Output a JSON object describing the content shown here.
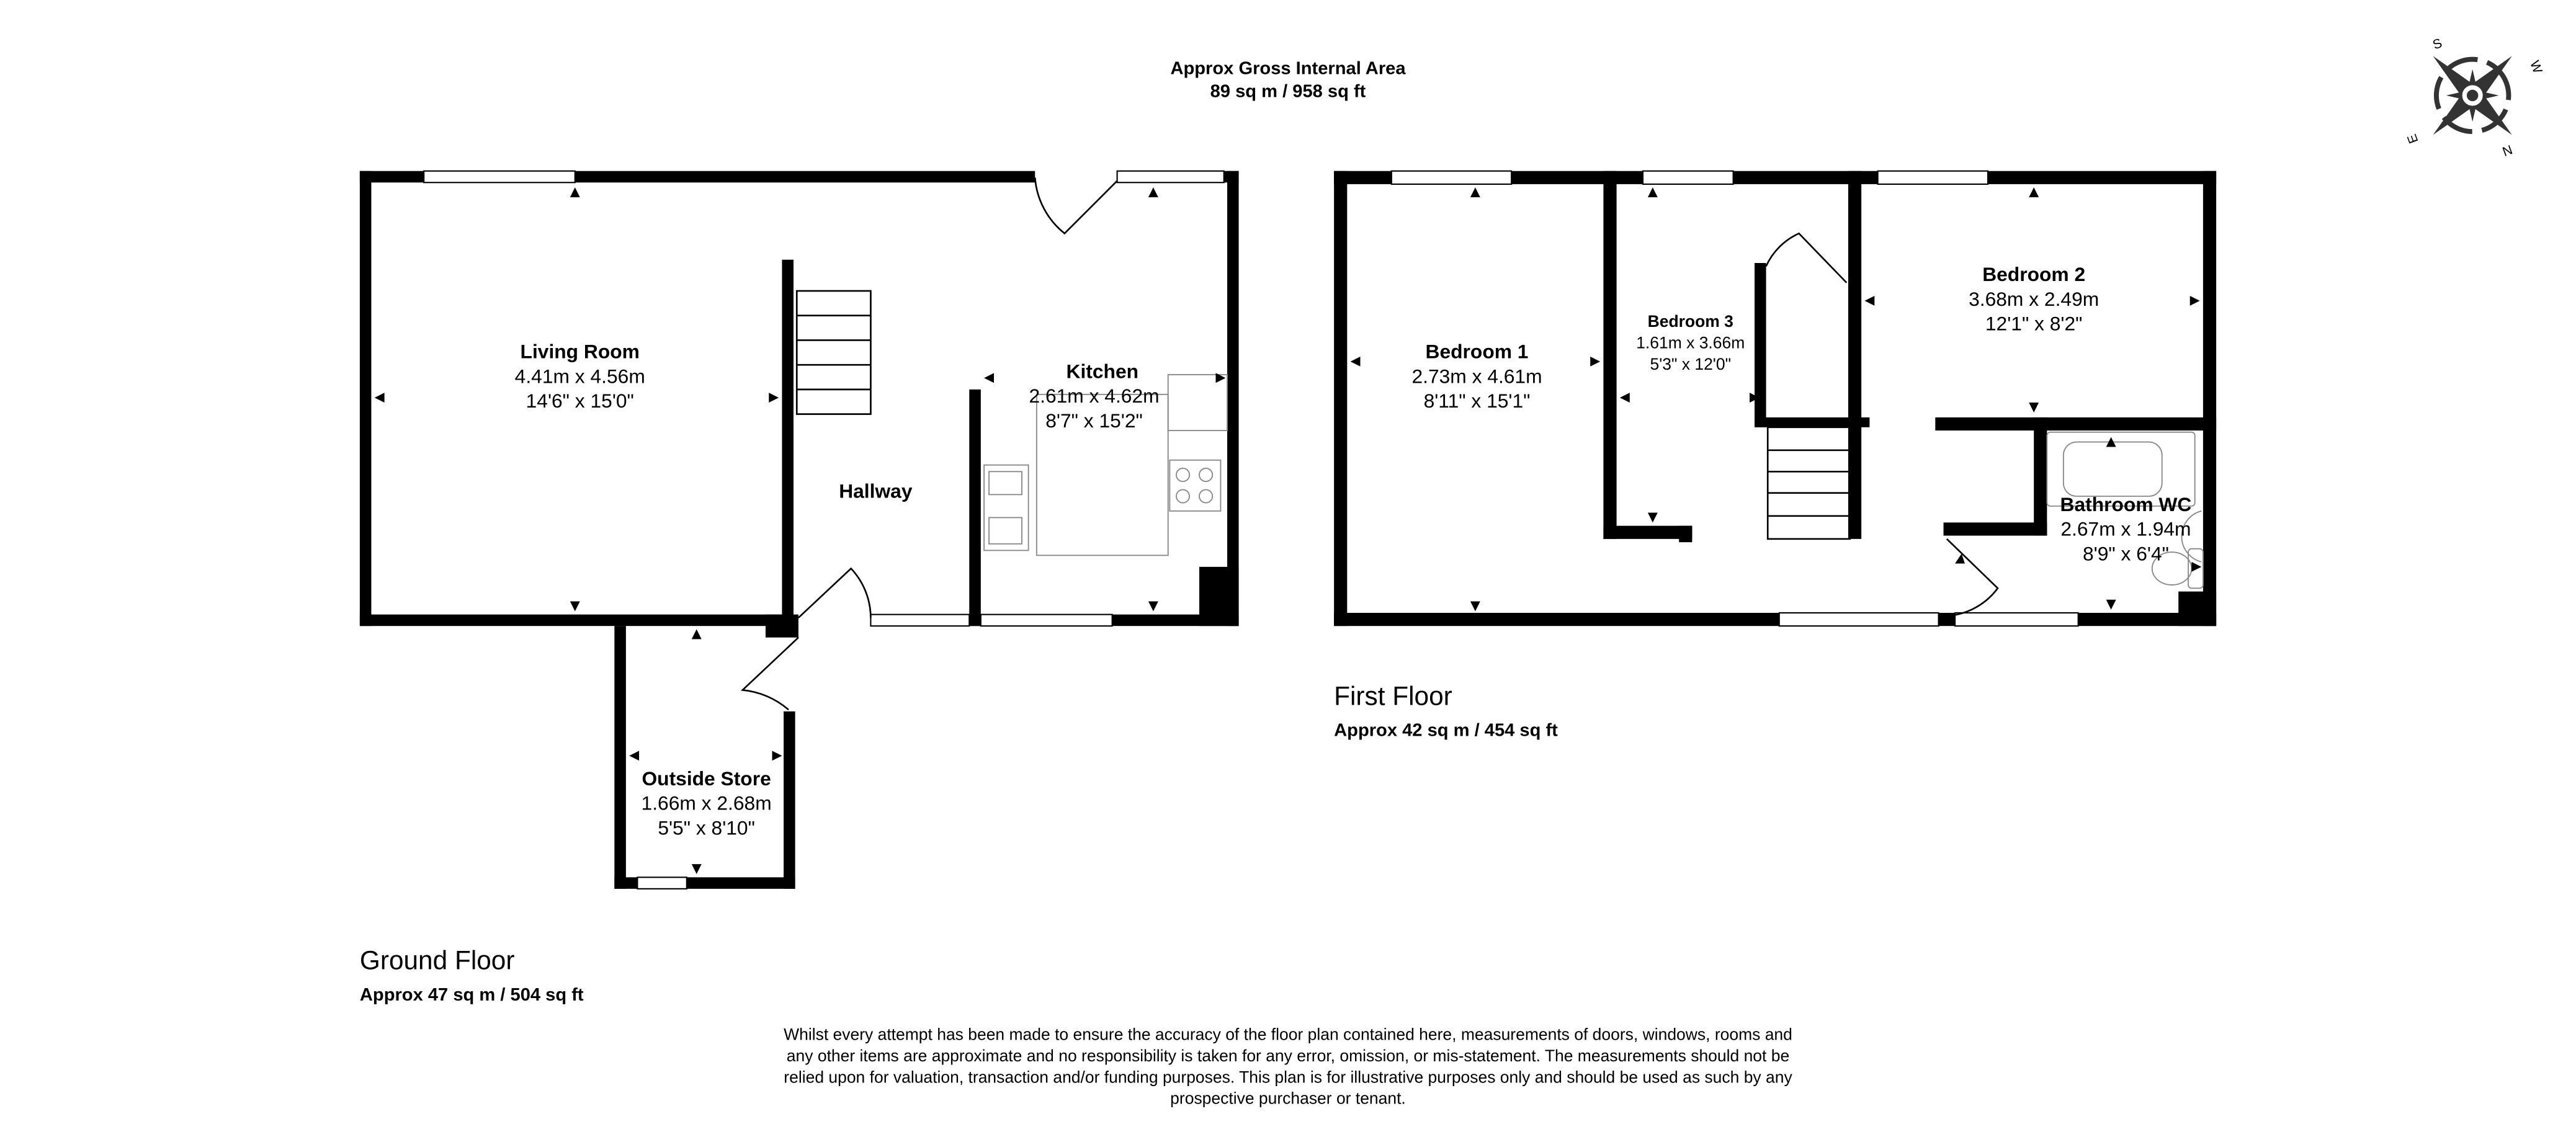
{
  "header": {
    "title": "Approx Gross Internal Area",
    "area": "89 sq m / 958 sq ft"
  },
  "compass": {
    "icon": "compass-rose-icon",
    "labels": [
      "S",
      "W",
      "E",
      "N"
    ]
  },
  "ground_floor": {
    "title": "Ground Floor",
    "area": "Approx 47 sq m / 504 sq ft",
    "rooms": [
      {
        "name": "Living Room",
        "metric": "4.41m x 4.56m",
        "imperial": "14'6\" x 15'0\""
      },
      {
        "name": "Kitchen",
        "metric": "2.61m x 4.62m",
        "imperial": "8'7\" x 15'2\""
      },
      {
        "name": "Hallway"
      },
      {
        "name": "Outside Store",
        "metric": "1.66m x 2.68m",
        "imperial": "5'5\" x 8'10\""
      }
    ]
  },
  "first_floor": {
    "title": "First Floor",
    "area": "Approx 42 sq m / 454 sq ft",
    "rooms": [
      {
        "name": "Bedroom 1",
        "metric": "2.73m x 4.61m",
        "imperial": "8'11\" x 15'1\""
      },
      {
        "name": "Bedroom 3",
        "metric": "1.61m x 3.66m",
        "imperial": "5'3\" x 12'0\""
      },
      {
        "name": "Bedroom 2",
        "metric": "3.68m x 2.49m",
        "imperial": "12'1\" x 8'2\""
      },
      {
        "name": "Bathroom WC",
        "metric": "2.67m x 1.94m",
        "imperial": "8'9\" x 6'4\""
      }
    ]
  },
  "disclaimer": [
    "Whilst every attempt has been made to ensure the accuracy of the floor plan contained here, measurements of doors, windows, rooms and",
    "any other items are approximate and no responsibility is taken for any error, omission, or mis-statement. The measurements should not be",
    "relied upon for valuation, transaction and/or funding purposes. This plan is for illustrative purposes only and should be used as such by any",
    "prospective purchaser or tenant."
  ]
}
